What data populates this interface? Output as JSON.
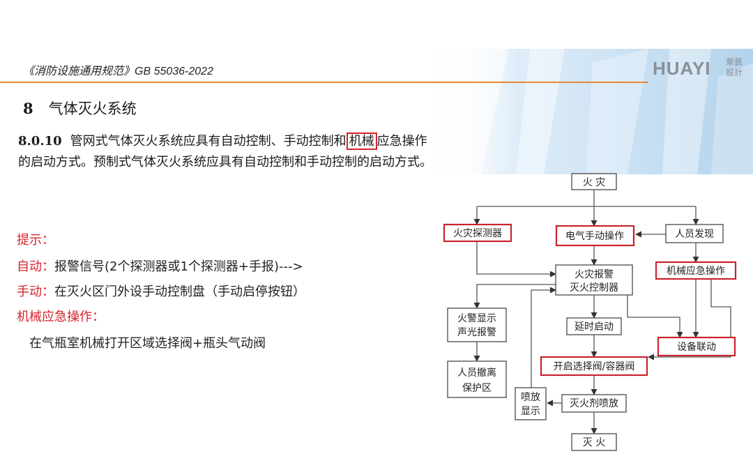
{
  "header": {
    "doc_title": "《消防设施通用规范》GB 55036-2022",
    "logo_text": "HUAYI",
    "logo_cn_1": "華藝",
    "logo_cn_2": "設計"
  },
  "section": {
    "number": "8",
    "title": "气体灭火系统"
  },
  "clause": {
    "number": "8.0.10",
    "text_before": "管网式气体灭火系统应具有自动控制、手动控制和",
    "boxed": "机械",
    "text_after": "应急操作的启动方式。预制式气体灭火系统应具有自动控制和手动控制的启动方式。"
  },
  "tips": {
    "title": "提示：",
    "auto_label": "自动：",
    "auto_text": "报警信号(2个探测器或1个探测器+手报)--->",
    "manual_label": "手动：",
    "manual_text": "在灭火区门外设手动控制盘（手动启停按钮）",
    "mech_label": "机械应急操作：",
    "mech_text": "在气瓶室机械打开区域选择阀+瓶头气动阀"
  },
  "flowchart": {
    "fire": "火 灾",
    "detector": "火灾探测器",
    "manual_elec": "电气手动操作",
    "person_found": "人员发现",
    "controller_1": "火灾报警",
    "controller_2": "灭火控制器",
    "mech_op": "机械应急操作",
    "alarm_1": "火警显示",
    "alarm_2": "声光报警",
    "delay": "延时启动",
    "linkage": "设备联动",
    "evac_1": "人员撤离",
    "evac_2": "保护区",
    "open_valve": "开启选择阀/容器阀",
    "spray_1": "喷放",
    "spray_2": "显示",
    "agent_spray": "灭火剂喷放",
    "extinguish": "灭 火"
  }
}
